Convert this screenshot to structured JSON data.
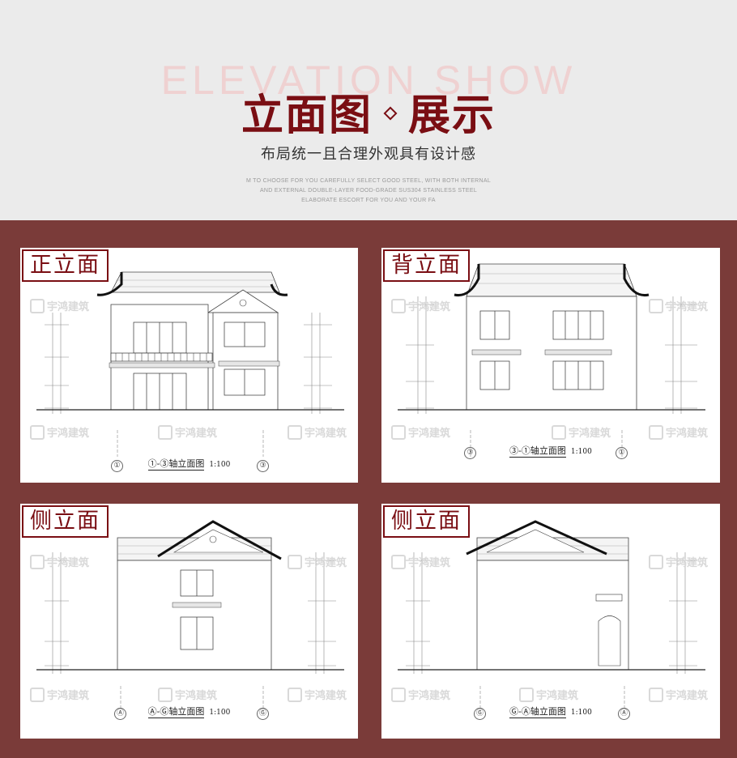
{
  "header": {
    "watermark_title": "ELEVATION SHOW",
    "title_left": "立面图",
    "title_right": "展示",
    "subtitle": "布局统一且合理外观具有设计感",
    "fine_print": [
      "M TO CHOOSE FOR YOU CAREFULLY SELECT GOOD STEEL, WITH BOTH INTERNAL",
      "AND EXTERNAL DOUBLE-LAYER FOOD-GRADE SUS304 STAINLESS STEEL",
      "ELABORATE ESCORT FOR YOU AND YOUR FA"
    ]
  },
  "watermark": "宇鸿建筑",
  "panels": [
    {
      "label": "正立面",
      "caption": "①-③轴立面图",
      "scale": "1:100",
      "axis_left": "①",
      "axis_right": "③"
    },
    {
      "label": "背立面",
      "caption": "③-①轴立面图",
      "scale": "1:100",
      "axis_left": "③",
      "axis_right": "①"
    },
    {
      "label": "侧立面",
      "caption": "Ⓐ-Ⓖ轴立面图",
      "scale": "1:100",
      "axis_left": "Ⓐ",
      "axis_right": "Ⓖ"
    },
    {
      "label": "侧立面",
      "caption": "Ⓖ-Ⓐ轴立面图",
      "scale": "1:100",
      "axis_left": "Ⓖ",
      "axis_right": "Ⓐ"
    }
  ],
  "colors": {
    "accent": "#7a0e13",
    "frame": "#7a3b39",
    "header_bg": "#ebebeb"
  }
}
